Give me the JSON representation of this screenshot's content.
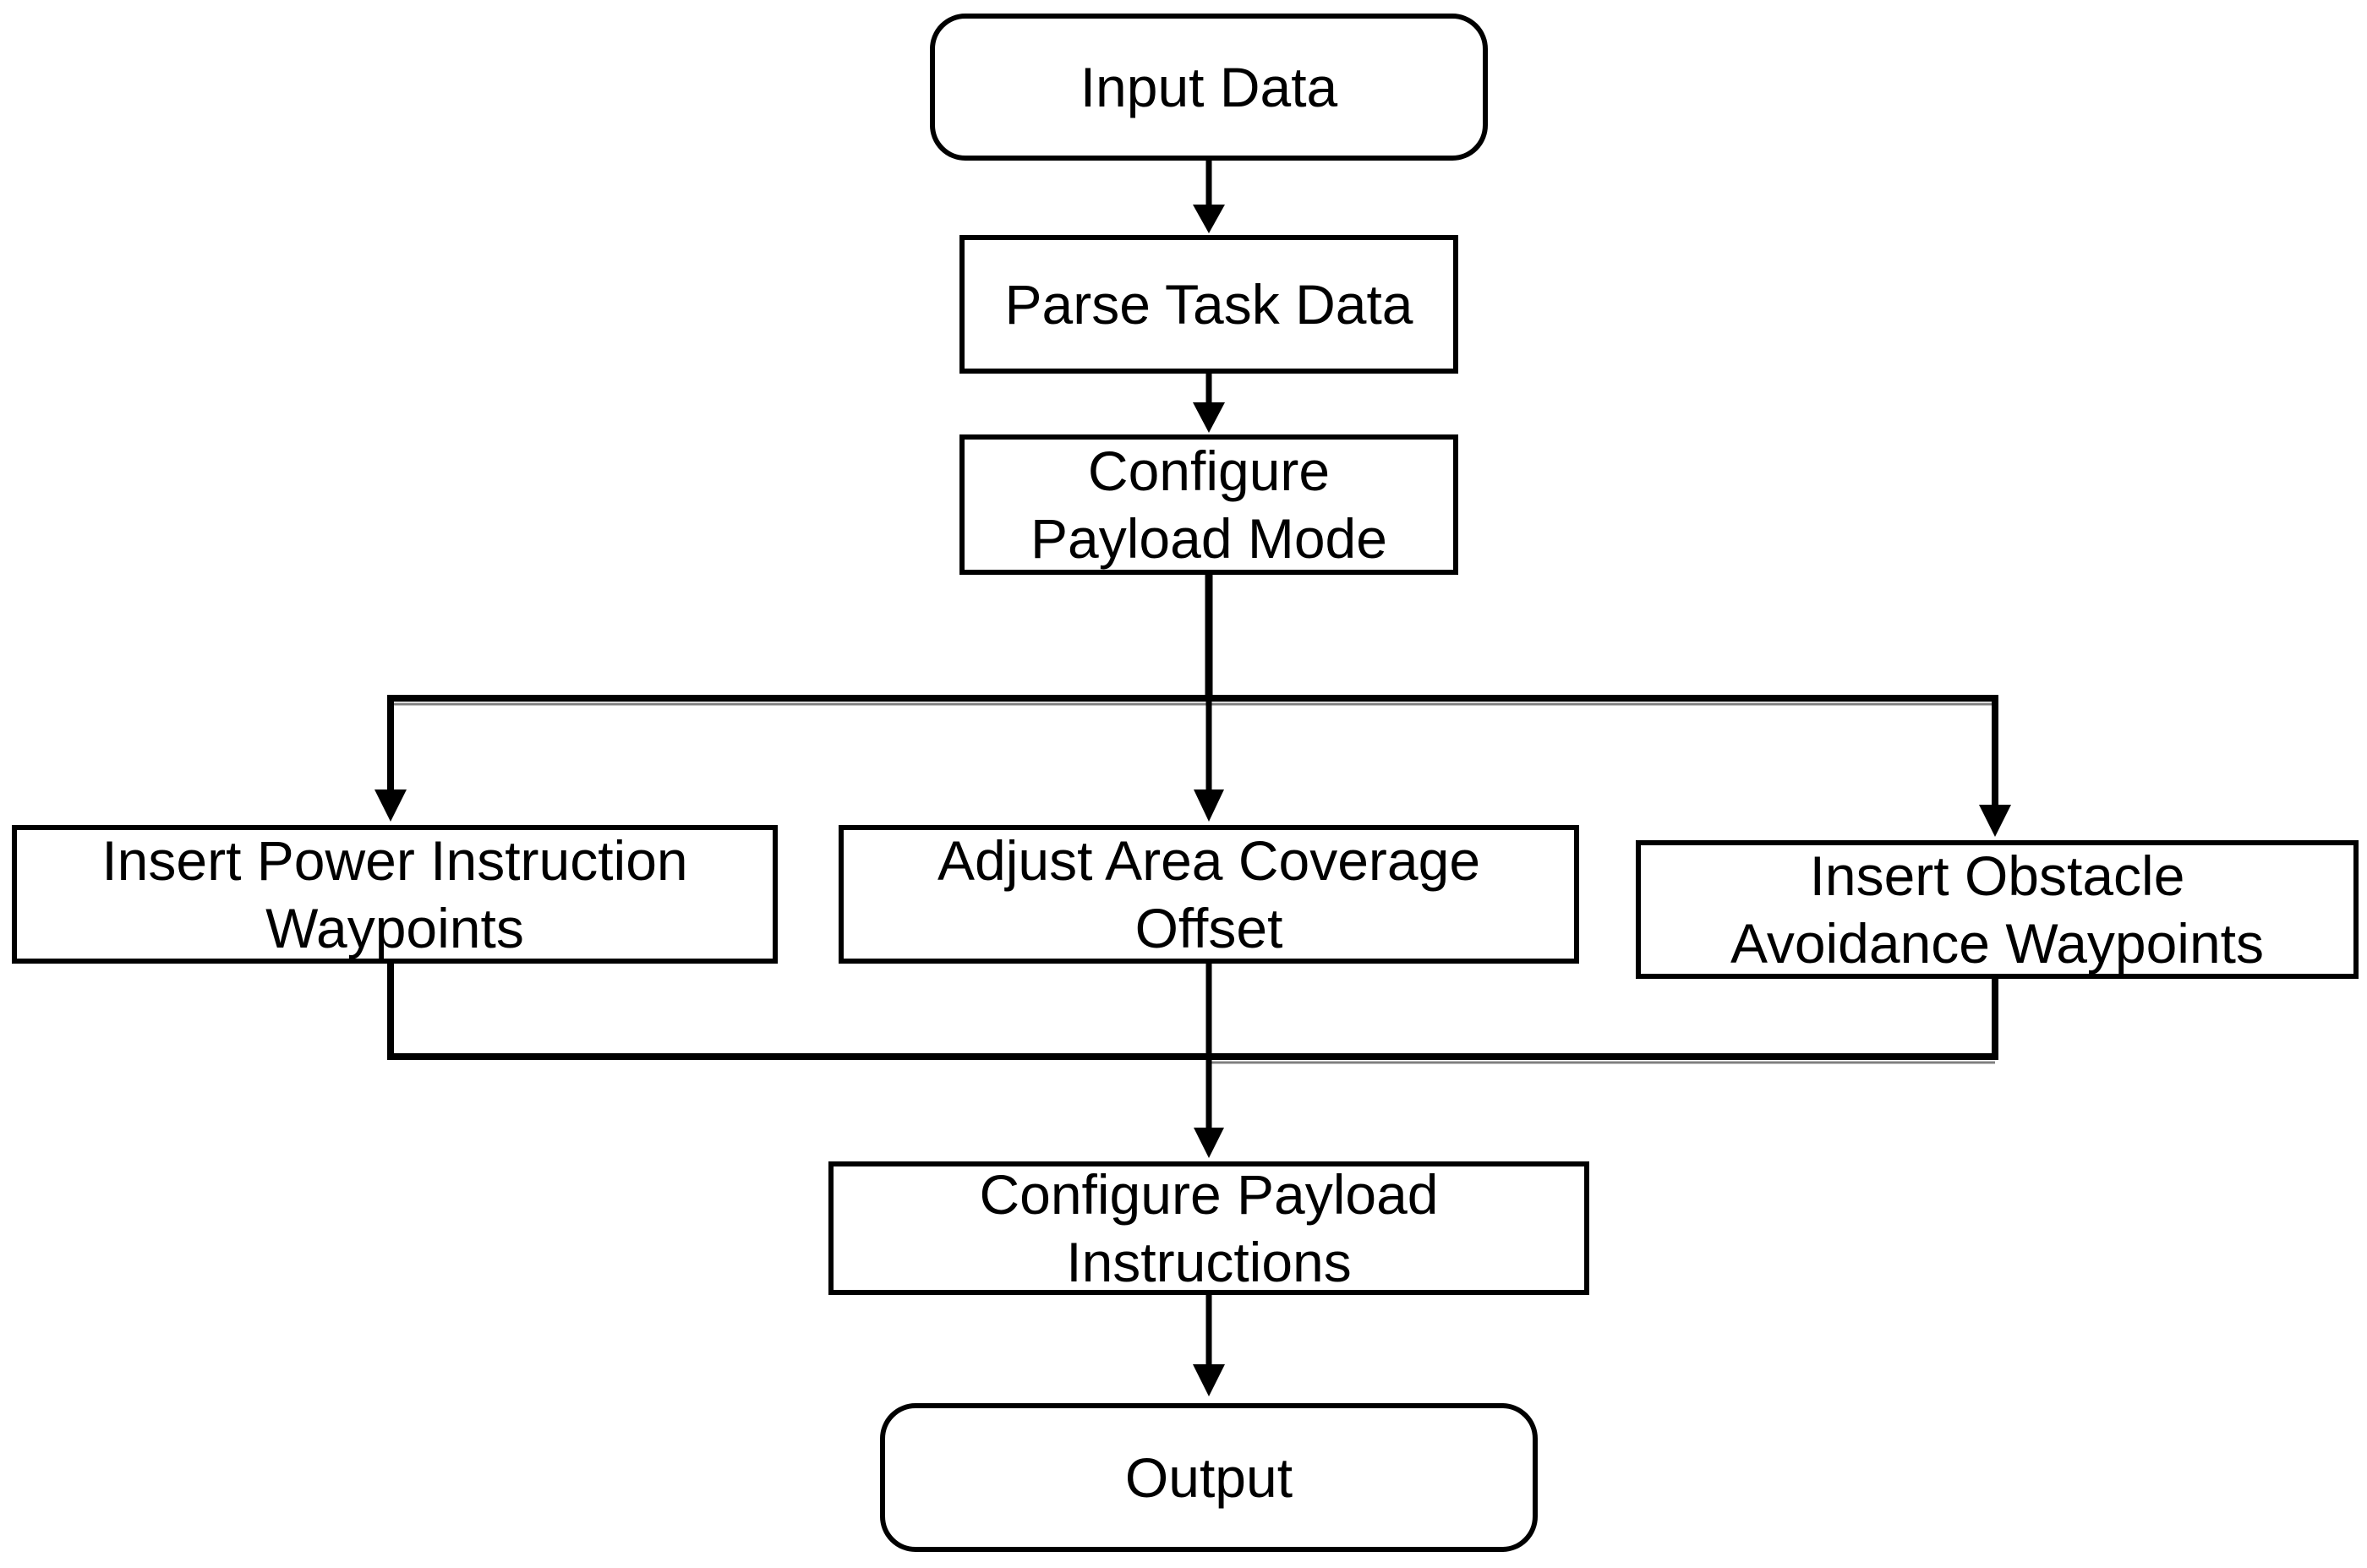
{
  "diagram": {
    "background_color": "#ffffff",
    "line_color": "#000000",
    "overlap_line_color": "#808080",
    "text_color": "#000000",
    "nodes": {
      "input": {
        "shape": "rounded",
        "label": "Input Data"
      },
      "parse": {
        "shape": "rectangle",
        "label": "Parse Task Data"
      },
      "mode": {
        "shape": "rectangle",
        "line1": "Configure",
        "line2": "Payload Mode"
      },
      "power": {
        "shape": "rectangle",
        "line1": "Insert Power Instruction",
        "line2": "Waypoints"
      },
      "coverage": {
        "shape": "rectangle",
        "line1": "Adjust Area Coverage",
        "line2": "Offset"
      },
      "obstacle": {
        "shape": "rectangle",
        "line1": "Insert Obstacle",
        "line2": "Avoidance Waypoints"
      },
      "instructions": {
        "shape": "rectangle",
        "line1": "Configure Payload",
        "line2": "Instructions"
      },
      "output": {
        "shape": "rounded",
        "label": "Output"
      }
    },
    "edges": [
      {
        "from": "input",
        "to": "parse"
      },
      {
        "from": "parse",
        "to": "mode"
      },
      {
        "from": "mode",
        "to": "power"
      },
      {
        "from": "mode",
        "to": "coverage"
      },
      {
        "from": "mode",
        "to": "obstacle"
      },
      {
        "from": "power",
        "to": "instructions"
      },
      {
        "from": "coverage",
        "to": "instructions"
      },
      {
        "from": "obstacle",
        "to": "instructions"
      },
      {
        "from": "instructions",
        "to": "output"
      }
    ]
  }
}
